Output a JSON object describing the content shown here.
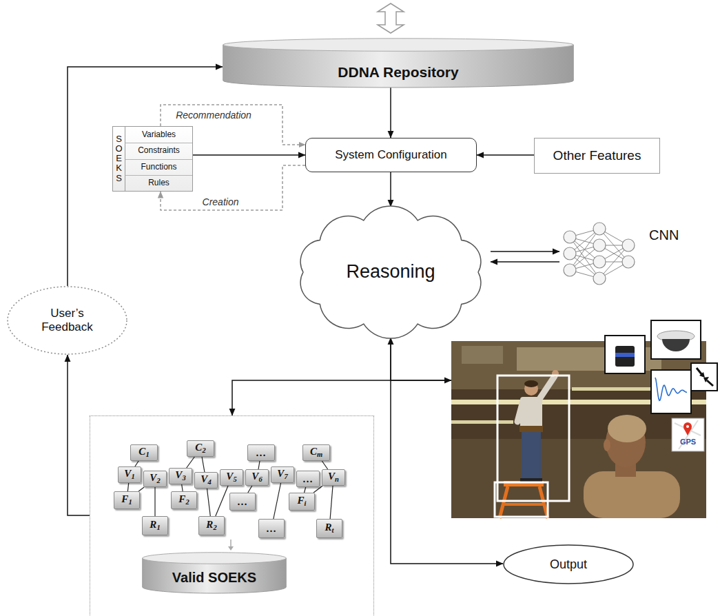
{
  "diagram": {
    "nodes": [
      {
        "text": [
          "DDNA Repository"
        ]
      },
      {
        "text": [
          "SOEKS",
          "Variables",
          "Constraints",
          "Functions",
          "Rules"
        ]
      },
      {
        "text": [
          "System Configuration"
        ]
      },
      {
        "text": [
          "Other Features"
        ]
      },
      {
        "text": [
          "Reasoning"
        ]
      },
      {
        "text": [
          "CNN"
        ]
      },
      {
        "text": [
          "User’s Feedback"
        ]
      },
      {
        "text": [
          "GPS"
        ]
      },
      {
        "text": []
      },
      {
        "text": [
          "C1"
        ],
        "in": 8
      },
      {
        "text": [
          "C2"
        ],
        "in": 8
      },
      {
        "text": [
          "…"
        ],
        "in": 8
      },
      {
        "text": [
          "Cm"
        ],
        "in": 8
      },
      {
        "text": [
          "V1"
        ],
        "in": 8
      },
      {
        "text": [
          "V2"
        ],
        "in": 8
      },
      {
        "text": [
          "V3"
        ],
        "in": 8
      },
      {
        "text": [
          "V4"
        ],
        "in": 8
      },
      {
        "text": [
          "V5"
        ],
        "in": 8
      },
      {
        "text": [
          "V6"
        ],
        "in": 8
      },
      {
        "text": [
          "V7"
        ],
        "in": 8
      },
      {
        "text": [
          "…"
        ],
        "in": 8
      },
      {
        "text": [
          "Vn"
        ],
        "in": 8
      },
      {
        "text": [
          "F1"
        ],
        "in": 8
      },
      {
        "text": [
          "F2"
        ],
        "in": 8
      },
      {
        "text": [
          "…"
        ],
        "in": 8
      },
      {
        "text": [
          "Fi"
        ],
        "in": 8
      },
      {
        "text": [
          "R1"
        ],
        "in": 8
      },
      {
        "text": [
          "R2"
        ],
        "in": 8
      },
      {
        "text": [
          "…"
        ],
        "in": 8
      },
      {
        "text": [
          "Rt"
        ],
        "in": 8
      },
      {
        "text": [
          "Valid SOEKS"
        ],
        "in": 8
      },
      {
        "text": [
          "Output"
        ]
      }
    ],
    "edges": [
      {
        "from": 0,
        "to": 2,
        "arrow": "to"
      },
      {
        "from": 1,
        "to": 2,
        "arrow": "to"
      },
      {
        "from": 1,
        "to": 2,
        "label": "Recommendation",
        "arrow": "to"
      },
      {
        "from": 2,
        "to": 1,
        "label": "Creation",
        "arrow": "to"
      },
      {
        "from": 3,
        "to": 2,
        "arrow": "to"
      },
      {
        "from": 2,
        "to": 4,
        "arrow": "to"
      },
      {
        "from": 4,
        "to": 5,
        "arrow": "to"
      },
      {
        "from": 5,
        "to": 4,
        "arrow": "to"
      },
      {
        "from": 8,
        "to": 7,
        "arrow": "both"
      },
      {
        "from": 7,
        "to": 4,
        "arrow": "to"
      },
      {
        "from": 4,
        "to": 31,
        "arrow": "to"
      },
      {
        "from": 8,
        "to": 6,
        "arrow": "to"
      },
      {
        "from": 6,
        "to": 0,
        "arrow": "to"
      },
      {
        "from": 9,
        "to": 13,
        "arrow": "none"
      },
      {
        "from": 10,
        "to": 15,
        "arrow": "none"
      },
      {
        "from": 10,
        "to": 16,
        "arrow": "none"
      },
      {
        "from": 11,
        "to": 18,
        "arrow": "none"
      },
      {
        "from": 12,
        "to": 21,
        "arrow": "none"
      },
      {
        "from": 13,
        "to": 22,
        "arrow": "none"
      },
      {
        "from": 14,
        "to": 22,
        "arrow": "none"
      },
      {
        "from": 14,
        "to": 26,
        "arrow": "none"
      },
      {
        "from": 15,
        "to": 23,
        "arrow": "none"
      },
      {
        "from": 16,
        "to": 27,
        "arrow": "none"
      },
      {
        "from": 17,
        "to": 27,
        "arrow": "none"
      },
      {
        "from": 18,
        "to": 24,
        "arrow": "none"
      },
      {
        "from": 19,
        "to": 28,
        "arrow": "none"
      },
      {
        "from": 20,
        "to": 25,
        "arrow": "none"
      },
      {
        "from": 21,
        "to": 25,
        "arrow": "none"
      },
      {
        "from": 21,
        "to": 29,
        "arrow": "none"
      }
    ]
  }
}
